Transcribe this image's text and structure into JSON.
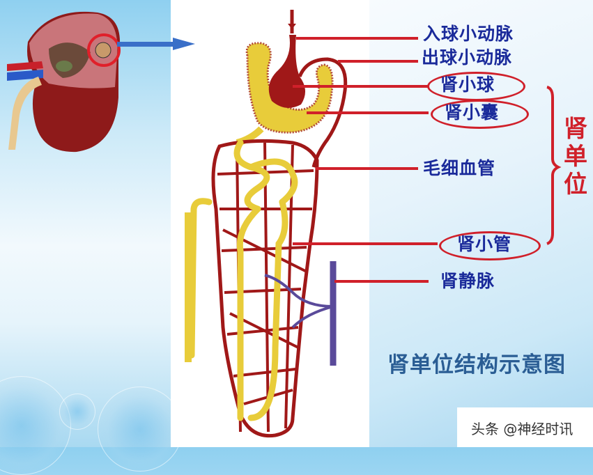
{
  "diagram": {
    "title": "肾单位结构示意图",
    "group_label": "肾单位",
    "group_label_chars": [
      "肾",
      "单",
      "位"
    ],
    "labels": [
      {
        "id": "afferent-arteriole",
        "text": "入球小动脉",
        "circled": false
      },
      {
        "id": "efferent-arteriole",
        "text": "出球小动脉",
        "circled": false
      },
      {
        "id": "glomerulus",
        "text": "肾小球",
        "circled": true
      },
      {
        "id": "renal-capsule",
        "text": "肾小囊",
        "circled": true
      },
      {
        "id": "capillaries",
        "text": "毛细血管",
        "circled": false
      },
      {
        "id": "renal-tubule",
        "text": "肾小管",
        "circled": true
      },
      {
        "id": "renal-vein",
        "text": "肾静脉",
        "circled": false
      }
    ],
    "inset": {
      "subject": "kidney cross-section",
      "highlight": "circled region with arrow to nephron"
    },
    "colors": {
      "label_text": "#1a2a9a",
      "leader_lines": "#d0202a",
      "title_text": "#2a5d94",
      "artery": "#a01818",
      "tubule": "#e8c83a",
      "vein": "#5a4a9a",
      "arrow": "#3a6fc8"
    }
  },
  "watermark": {
    "text": "头条 @神经时讯"
  }
}
